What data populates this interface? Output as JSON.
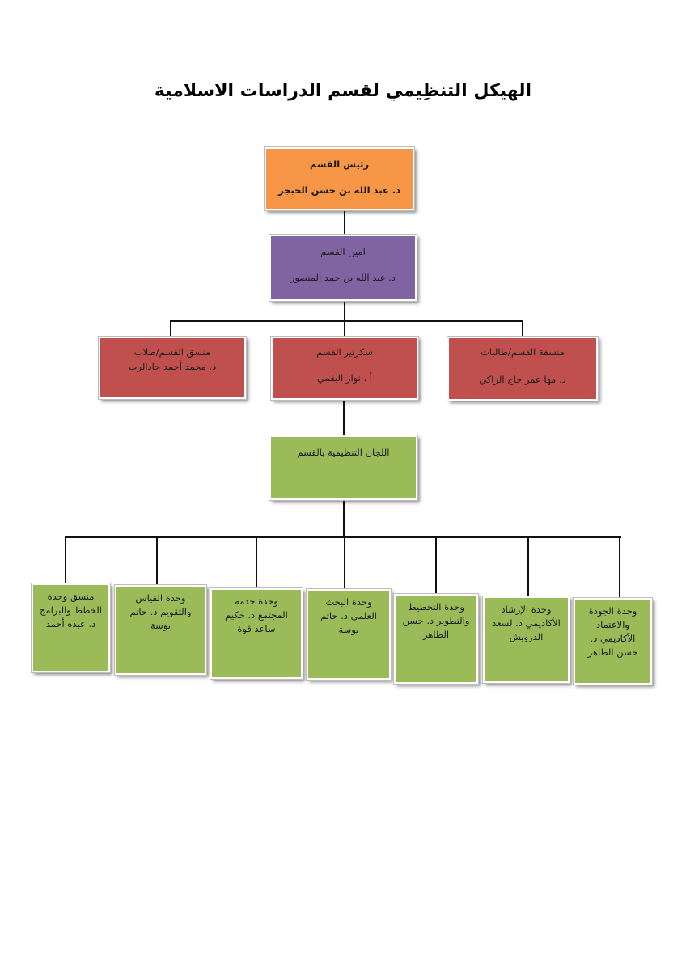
{
  "title": "الهيكل التنظِيمي لقسم الدراسات الاسلامية",
  "head": {
    "role": "رئيس القسم",
    "name": "د. عبد الله بن حسن الحبجر"
  },
  "deputy": {
    "role": "امين القسم",
    "name": "د. عبد الله بن حمد المنصور"
  },
  "level3": {
    "left": {
      "role": "منسق القسم/طلاب",
      "name": "د. محمد أحمد جادالرب"
    },
    "center": {
      "role": "سكرتير القسم",
      "name": "أ . نوار البقمي"
    },
    "right": {
      "role": "منسقة القسم/طالبات",
      "name": "د. مها عمر حاج الزاكي"
    }
  },
  "committees": {
    "label": "اللجان التنظيمية بالقسم"
  },
  "units": [
    "منسق وحدة الخطط والبرامج د. عبده أحمد",
    "وحدة القياس والتقويم د. حاتم بوسة",
    "وحدة خدمة المجتمع د. حكيم ساعد قوة",
    "وحدة البحث العلمي د. حاتم بوسة",
    "وحدة التخطيط والتطوير د. حسن الطاهر",
    "وحدة الإرشاد الأكاديمي د. لسعد الدرويش",
    "وحدة الجودة والاعتماد الأكاديمي د. حسن الطاهر"
  ],
  "colors": {
    "head": "#f79646",
    "deputy": "#8064a2",
    "level3": "#c0504d",
    "units": "#9bbb59"
  }
}
